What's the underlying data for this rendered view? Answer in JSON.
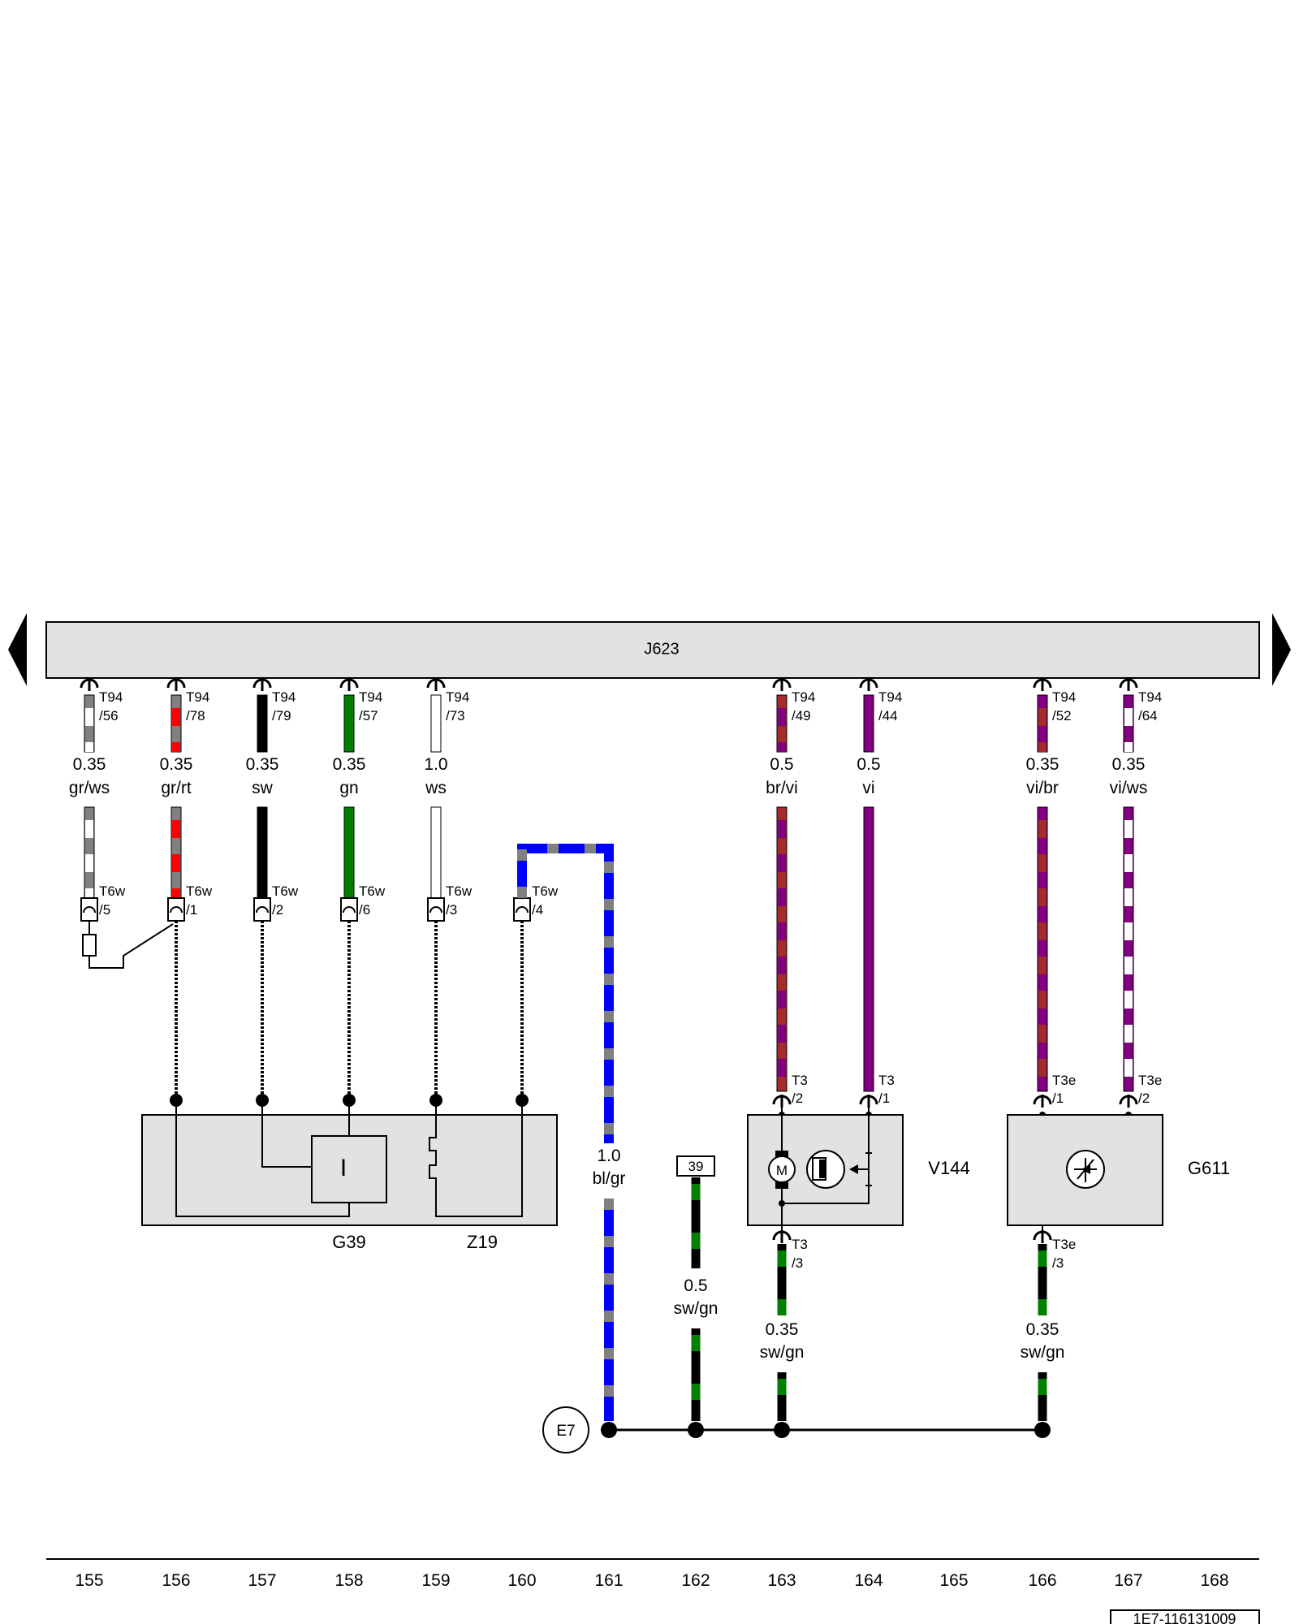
{
  "controller": {
    "label": "J623"
  },
  "colors": {
    "sw": "#000000",
    "ws": "#ffffff",
    "gr": "#808080",
    "rt": "#ff0000",
    "gn": "#008000",
    "bl": "#0000ff",
    "br": "#a52a2a",
    "vi": "#800080",
    "module_fill": "#e2e2e2"
  },
  "columns": [
    "155",
    "156",
    "157",
    "158",
    "159",
    "160",
    "161",
    "162",
    "163",
    "164",
    "165",
    "166",
    "167",
    "168"
  ],
  "wires": [
    {
      "id": "w155",
      "size": "0.35",
      "color": "gr/ws",
      "pin_main": "T94",
      "pin_main_no": "/56",
      "pin_conn": "T6w",
      "pin_conn_no": "/5",
      "base": "gr",
      "stripe": "ws"
    },
    {
      "id": "w156",
      "size": "0.35",
      "color": "gr/rt",
      "pin_main": "T94",
      "pin_main_no": "/78",
      "pin_conn": "T6w",
      "pin_conn_no": "/1",
      "base": "gr",
      "stripe": "rt"
    },
    {
      "id": "w157",
      "size": "0.35",
      "color": "sw",
      "pin_main": "T94",
      "pin_main_no": "/79",
      "pin_conn": "T6w",
      "pin_conn_no": "/2",
      "base": "sw",
      "stripe": ""
    },
    {
      "id": "w158",
      "size": "0.35",
      "color": "gn",
      "pin_main": "T94",
      "pin_main_no": "/57",
      "pin_conn": "T6w",
      "pin_conn_no": "/6",
      "base": "gn",
      "stripe": ""
    },
    {
      "id": "w159",
      "size": "1.0",
      "color": "ws",
      "pin_main": "T94",
      "pin_main_no": "/73",
      "pin_conn": "T6w",
      "pin_conn_no": "/3",
      "base": "ws",
      "stripe": ""
    },
    {
      "id": "w163",
      "size": "0.5",
      "color": "br/vi",
      "pin_main": "T94",
      "pin_main_no": "/49",
      "pin_conn": "T3",
      "pin_conn_no": "/2",
      "base": "br",
      "stripe": "vi"
    },
    {
      "id": "w164",
      "size": "0.5",
      "color": "vi",
      "pin_main": "T94",
      "pin_main_no": "/44",
      "pin_conn": "T3",
      "pin_conn_no": "/1",
      "base": "vi",
      "stripe": ""
    },
    {
      "id": "w166",
      "size": "0.35",
      "color": "vi/br",
      "pin_main": "T94",
      "pin_main_no": "/52",
      "pin_conn": "T3e",
      "pin_conn_no": "/1",
      "base": "vi",
      "stripe": "br"
    },
    {
      "id": "w167",
      "size": "0.35",
      "color": "vi/ws",
      "pin_main": "T94",
      "pin_main_no": "/64",
      "pin_conn": "T3e",
      "pin_conn_no": "/2",
      "base": "vi",
      "stripe": "ws"
    }
  ],
  "connector_160": {
    "pin": "T6w",
    "pin_no": "/4"
  },
  "wire_161": {
    "size": "1.0",
    "color": "bl/gr"
  },
  "wire_162": {
    "size": "0.5",
    "color": "sw/gn",
    "ref": "39"
  },
  "ground_163": {
    "size": "0.35",
    "color": "sw/gn",
    "pin": "T3",
    "pin_no": "/3"
  },
  "ground_166": {
    "size": "0.35",
    "color": "sw/gn",
    "pin": "T3e",
    "pin_no": "/3"
  },
  "components": {
    "g39": "G39",
    "z19": "Z19",
    "v144": "V144",
    "g611": "G611",
    "ground_point": "E7",
    "motor_symbol": "M",
    "sensor_symbol": "I"
  },
  "doc_id": "1E7-116131009"
}
